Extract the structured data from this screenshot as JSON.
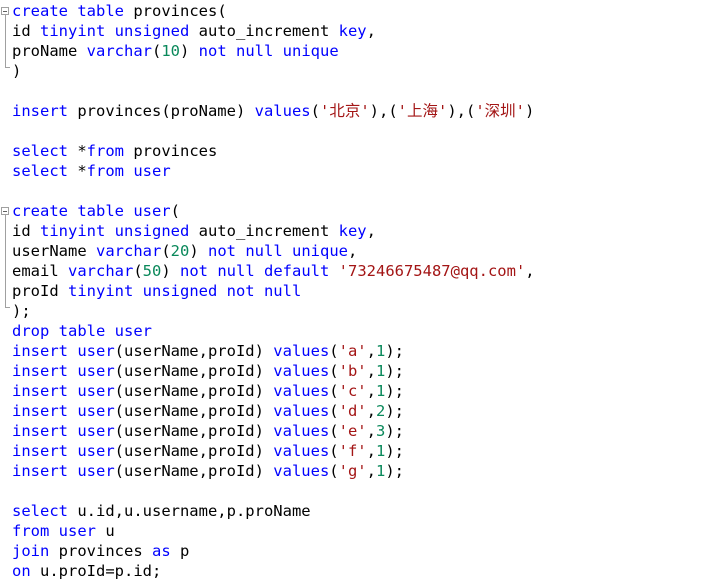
{
  "colors": {
    "keyword": "#0000ff",
    "number": "#09885a",
    "string": "#a31515",
    "plain": "#000000",
    "background": "#ffffff"
  },
  "lines": [
    [
      {
        "t": "create table ",
        "c": "kw"
      },
      {
        "t": "provinces(",
        "c": "pl"
      }
    ],
    [
      {
        "t": "id ",
        "c": "pl"
      },
      {
        "t": "tinyint unsigned ",
        "c": "kw"
      },
      {
        "t": "auto_increment ",
        "c": "pl"
      },
      {
        "t": "key",
        "c": "kw"
      },
      {
        "t": ",",
        "c": "pl"
      }
    ],
    [
      {
        "t": "proName ",
        "c": "pl"
      },
      {
        "t": "varchar",
        "c": "kw"
      },
      {
        "t": "(",
        "c": "pl"
      },
      {
        "t": "10",
        "c": "num"
      },
      {
        "t": ") ",
        "c": "pl"
      },
      {
        "t": "not null unique",
        "c": "kw"
      }
    ],
    [
      {
        "t": ")",
        "c": "pl"
      }
    ],
    [],
    [
      {
        "t": "insert ",
        "c": "kw"
      },
      {
        "t": "provinces(proName) ",
        "c": "pl"
      },
      {
        "t": "values",
        "c": "kw"
      },
      {
        "t": "(",
        "c": "pl"
      },
      {
        "t": "'北京'",
        "c": "str"
      },
      {
        "t": "),(",
        "c": "pl"
      },
      {
        "t": "'上海'",
        "c": "str"
      },
      {
        "t": "),(",
        "c": "pl"
      },
      {
        "t": "'深圳'",
        "c": "str"
      },
      {
        "t": ")",
        "c": "pl"
      }
    ],
    [],
    [
      {
        "t": "select ",
        "c": "kw"
      },
      {
        "t": "*",
        "c": "pl"
      },
      {
        "t": "from ",
        "c": "kw"
      },
      {
        "t": "provinces",
        "c": "pl"
      }
    ],
    [
      {
        "t": "select ",
        "c": "kw"
      },
      {
        "t": "*",
        "c": "pl"
      },
      {
        "t": "from user",
        "c": "kw"
      }
    ],
    [],
    [
      {
        "t": "create table user",
        "c": "kw"
      },
      {
        "t": "(",
        "c": "pl"
      }
    ],
    [
      {
        "t": "id ",
        "c": "pl"
      },
      {
        "t": "tinyint unsigned ",
        "c": "kw"
      },
      {
        "t": "auto_increment ",
        "c": "pl"
      },
      {
        "t": "key",
        "c": "kw"
      },
      {
        "t": ",",
        "c": "pl"
      }
    ],
    [
      {
        "t": "userName ",
        "c": "pl"
      },
      {
        "t": "varchar",
        "c": "kw"
      },
      {
        "t": "(",
        "c": "pl"
      },
      {
        "t": "20",
        "c": "num"
      },
      {
        "t": ") ",
        "c": "pl"
      },
      {
        "t": "not null unique",
        "c": "kw"
      },
      {
        "t": ",",
        "c": "pl"
      }
    ],
    [
      {
        "t": "email ",
        "c": "pl"
      },
      {
        "t": "varchar",
        "c": "kw"
      },
      {
        "t": "(",
        "c": "pl"
      },
      {
        "t": "50",
        "c": "num"
      },
      {
        "t": ") ",
        "c": "pl"
      },
      {
        "t": "not null default ",
        "c": "kw"
      },
      {
        "t": "'73246675487@qq.com'",
        "c": "str"
      },
      {
        "t": ",",
        "c": "pl"
      }
    ],
    [
      {
        "t": "proId ",
        "c": "pl"
      },
      {
        "t": "tinyint unsigned not null",
        "c": "kw"
      }
    ],
    [
      {
        "t": ");",
        "c": "pl"
      }
    ],
    [
      {
        "t": "drop table user",
        "c": "kw"
      }
    ],
    [
      {
        "t": "insert user",
        "c": "kw"
      },
      {
        "t": "(userName,proId) ",
        "c": "pl"
      },
      {
        "t": "values",
        "c": "kw"
      },
      {
        "t": "(",
        "c": "pl"
      },
      {
        "t": "'a'",
        "c": "str"
      },
      {
        "t": ",",
        "c": "pl"
      },
      {
        "t": "1",
        "c": "num"
      },
      {
        "t": ");",
        "c": "pl"
      }
    ],
    [
      {
        "t": "insert user",
        "c": "kw"
      },
      {
        "t": "(userName,proId) ",
        "c": "pl"
      },
      {
        "t": "values",
        "c": "kw"
      },
      {
        "t": "(",
        "c": "pl"
      },
      {
        "t": "'b'",
        "c": "str"
      },
      {
        "t": ",",
        "c": "pl"
      },
      {
        "t": "1",
        "c": "num"
      },
      {
        "t": ");",
        "c": "pl"
      }
    ],
    [
      {
        "t": "insert user",
        "c": "kw"
      },
      {
        "t": "(userName,proId) ",
        "c": "pl"
      },
      {
        "t": "values",
        "c": "kw"
      },
      {
        "t": "(",
        "c": "pl"
      },
      {
        "t": "'c'",
        "c": "str"
      },
      {
        "t": ",",
        "c": "pl"
      },
      {
        "t": "1",
        "c": "num"
      },
      {
        "t": ");",
        "c": "pl"
      }
    ],
    [
      {
        "t": "insert user",
        "c": "kw"
      },
      {
        "t": "(userName,proId) ",
        "c": "pl"
      },
      {
        "t": "values",
        "c": "kw"
      },
      {
        "t": "(",
        "c": "pl"
      },
      {
        "t": "'d'",
        "c": "str"
      },
      {
        "t": ",",
        "c": "pl"
      },
      {
        "t": "2",
        "c": "num"
      },
      {
        "t": ");",
        "c": "pl"
      }
    ],
    [
      {
        "t": "insert user",
        "c": "kw"
      },
      {
        "t": "(userName,proId) ",
        "c": "pl"
      },
      {
        "t": "values",
        "c": "kw"
      },
      {
        "t": "(",
        "c": "pl"
      },
      {
        "t": "'e'",
        "c": "str"
      },
      {
        "t": ",",
        "c": "pl"
      },
      {
        "t": "3",
        "c": "num"
      },
      {
        "t": ");",
        "c": "pl"
      }
    ],
    [
      {
        "t": "insert user",
        "c": "kw"
      },
      {
        "t": "(userName,proId) ",
        "c": "pl"
      },
      {
        "t": "values",
        "c": "kw"
      },
      {
        "t": "(",
        "c": "pl"
      },
      {
        "t": "'f'",
        "c": "str"
      },
      {
        "t": ",",
        "c": "pl"
      },
      {
        "t": "1",
        "c": "num"
      },
      {
        "t": ");",
        "c": "pl"
      }
    ],
    [
      {
        "t": "insert user",
        "c": "kw"
      },
      {
        "t": "(userName,proId) ",
        "c": "pl"
      },
      {
        "t": "values",
        "c": "kw"
      },
      {
        "t": "(",
        "c": "pl"
      },
      {
        "t": "'g'",
        "c": "str"
      },
      {
        "t": ",",
        "c": "pl"
      },
      {
        "t": "1",
        "c": "num"
      },
      {
        "t": ");",
        "c": "pl"
      }
    ],
    [],
    [
      {
        "t": "select ",
        "c": "kw"
      },
      {
        "t": "u.id,u.username,p.proName",
        "c": "pl"
      }
    ],
    [
      {
        "t": "from user ",
        "c": "kw"
      },
      {
        "t": "u",
        "c": "pl"
      }
    ],
    [
      {
        "t": "join ",
        "c": "kw"
      },
      {
        "t": "provinces ",
        "c": "pl"
      },
      {
        "t": "as ",
        "c": "kw"
      },
      {
        "t": "p",
        "c": "pl"
      }
    ],
    [
      {
        "t": "on ",
        "c": "kw"
      },
      {
        "t": "u.proId=p.id;",
        "c": "pl"
      }
    ]
  ]
}
